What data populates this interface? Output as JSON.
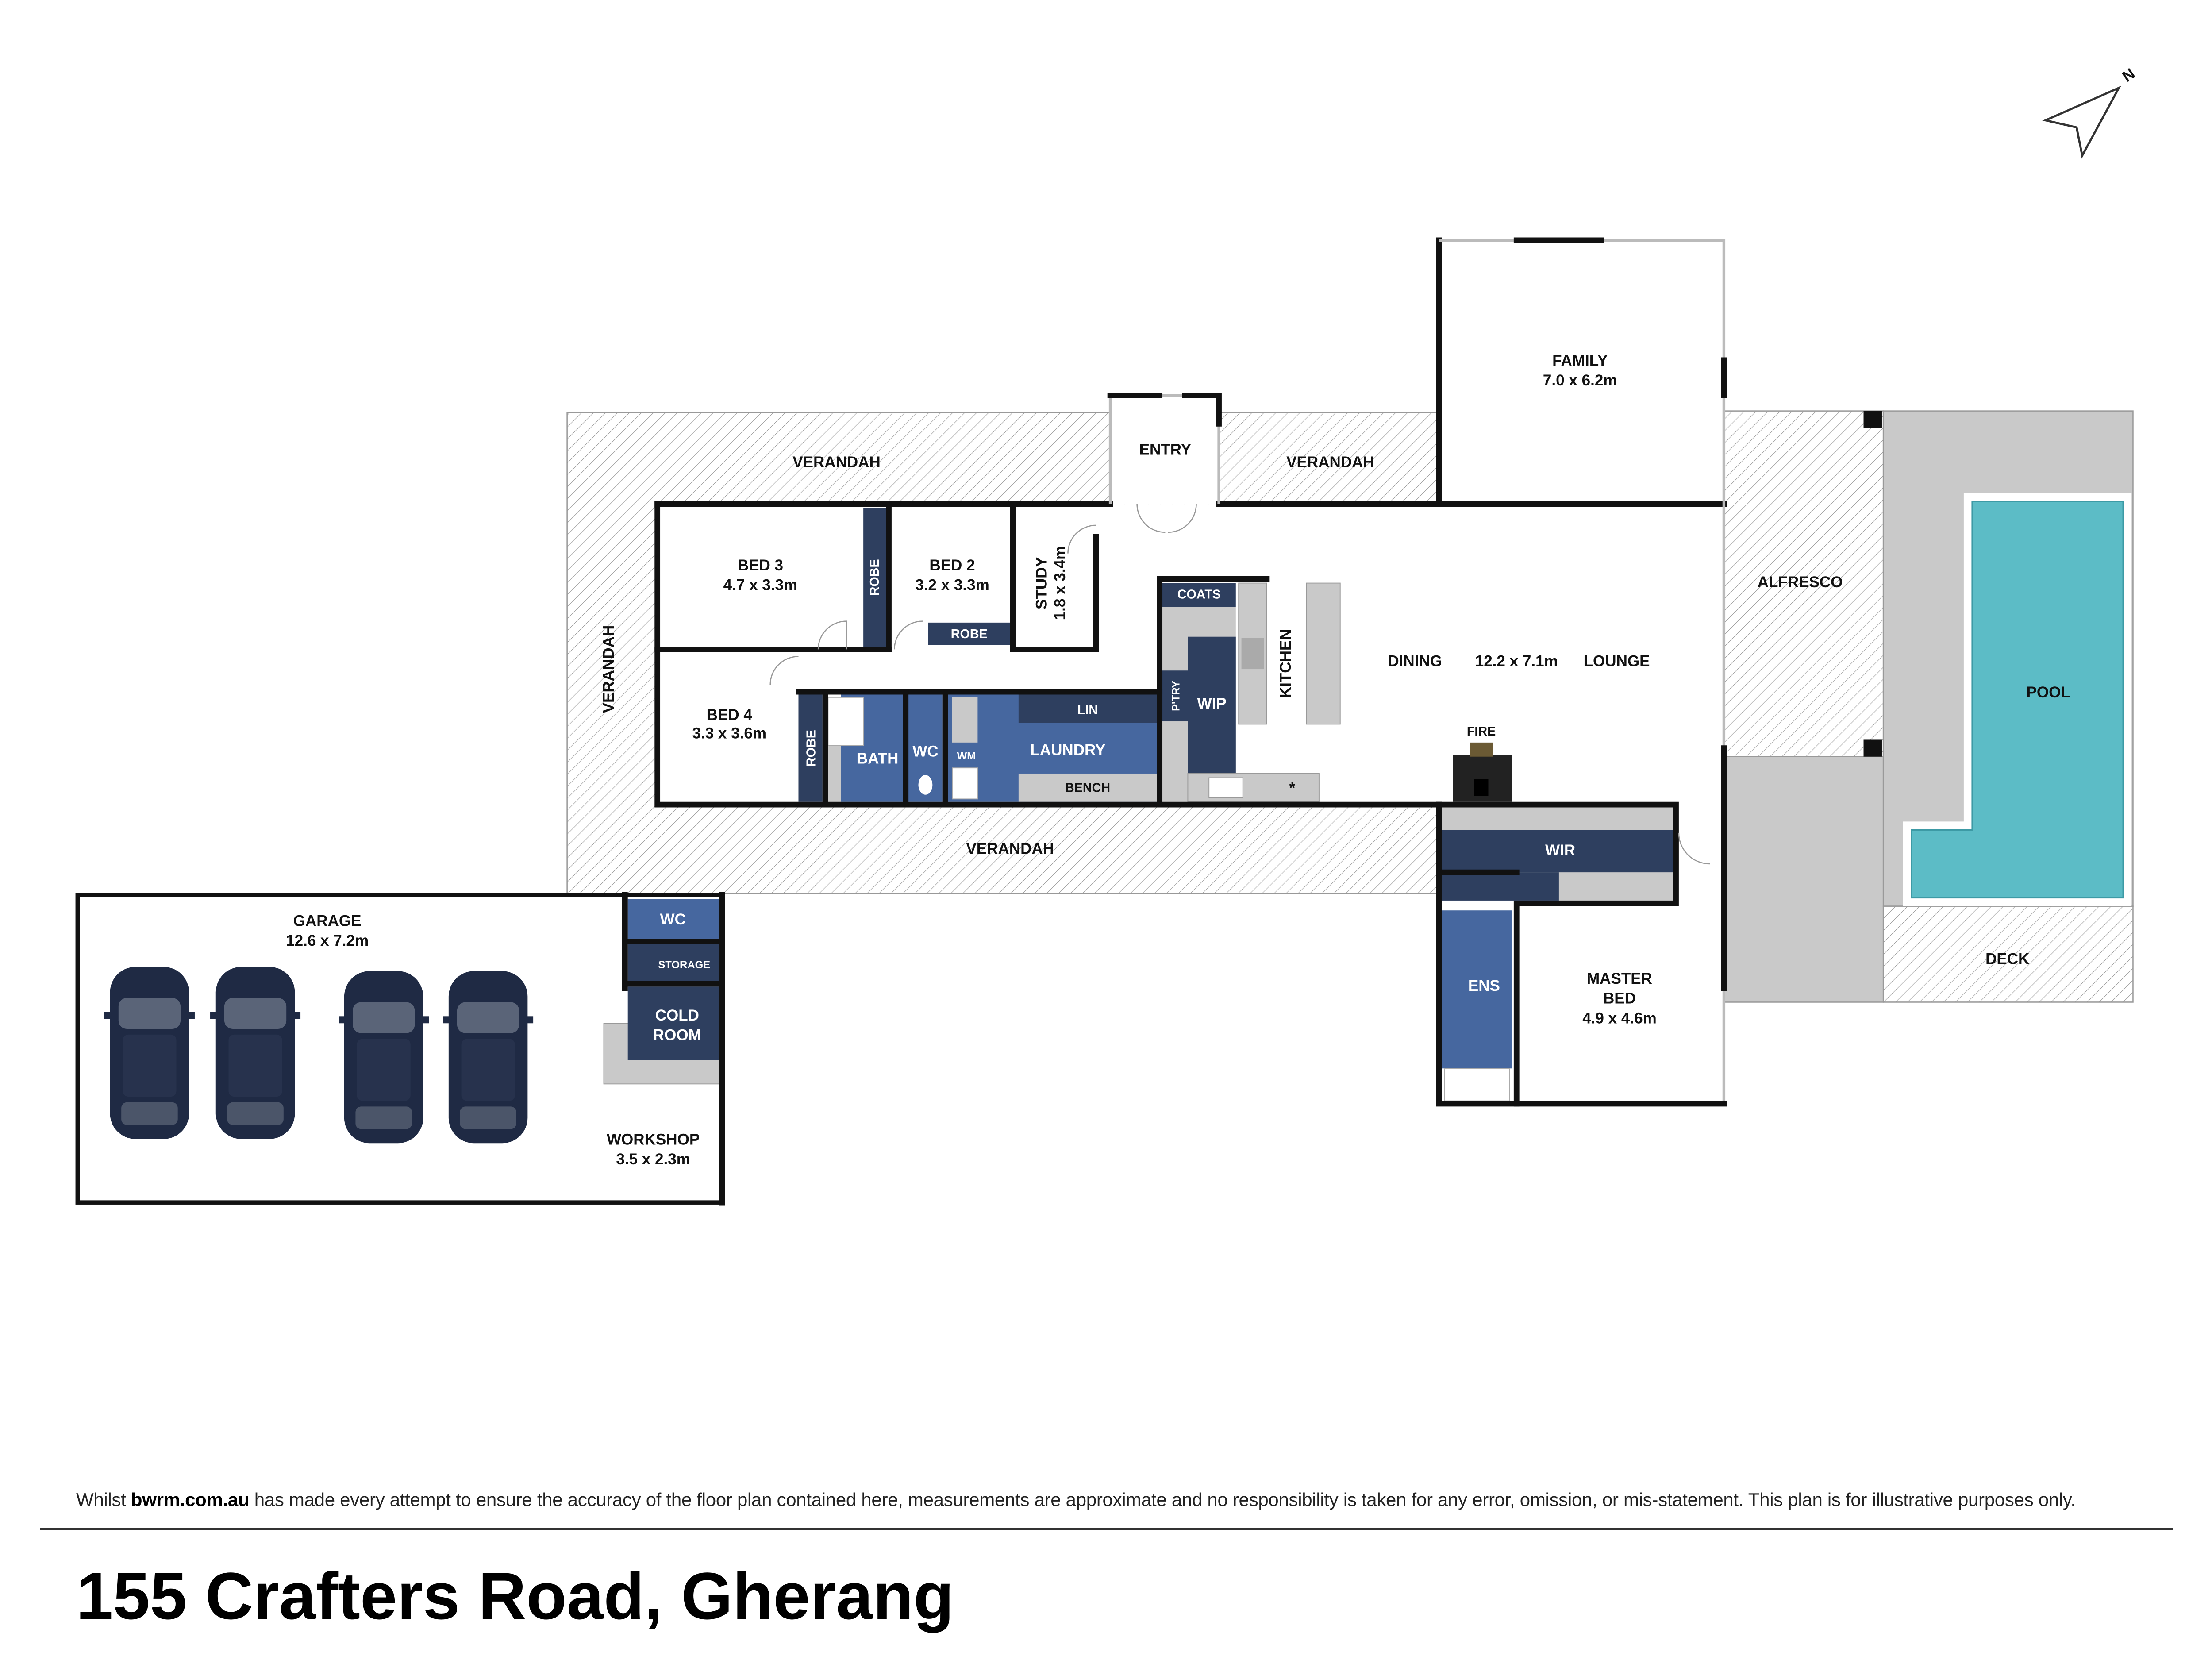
{
  "title": "155 Crafters Road, Gherang",
  "disclaimer": {
    "prefix": "Whilst",
    "brand": "bwrm.com.au",
    "suffix": "has made every attempt to ensure the accuracy of the floor plan contained here, measurements are approximate and no responsibility is taken for any error, omission, or mis-statement. This plan is for illustrative purposes only."
  },
  "compass": {
    "label": "N"
  },
  "colors": {
    "navy": "#2e3f5f",
    "blue": "#46679f",
    "grey": "#c9c9c9",
    "pool": "#5cbcc6",
    "wall": "#111111"
  },
  "rooms": {
    "family": {
      "name": "FAMILY",
      "dims": "7.0 x 6.2m"
    },
    "entry": {
      "name": "ENTRY"
    },
    "verandah_nw": {
      "name": "VERANDAH"
    },
    "verandah_ne": {
      "name": "VERANDAH"
    },
    "verandah_w": {
      "name": "VERANDAH"
    },
    "verandah_s": {
      "name": "VERANDAH"
    },
    "bed3": {
      "name": "BED 3",
      "dims": "4.7 x 3.3m"
    },
    "bed2": {
      "name": "BED 2",
      "dims": "3.2 x 3.3m"
    },
    "study": {
      "name": "STUDY",
      "dims": "1.8 x 3.4m"
    },
    "bed4": {
      "name": "BED 4",
      "dims": "3.3 x 3.6m"
    },
    "robe1": {
      "name": "ROBE"
    },
    "robe2": {
      "name": "ROBE"
    },
    "robe3": {
      "name": "ROBE"
    },
    "bath": {
      "name": "BATH"
    },
    "wc": {
      "name": "WC"
    },
    "wm": {
      "name": "WM"
    },
    "laundry": {
      "name": "LAUNDRY"
    },
    "lin": {
      "name": "LIN"
    },
    "bench": {
      "name": "BENCH"
    },
    "coats": {
      "name": "COATS"
    },
    "pantry": {
      "name": "P'TRY"
    },
    "wip": {
      "name": "WIP"
    },
    "kitchen": {
      "name": "KITCHEN"
    },
    "dining": {
      "name": "DINING"
    },
    "living_dims": {
      "dims": "12.2 x 7.1m"
    },
    "lounge": {
      "name": "LOUNGE"
    },
    "fire": {
      "name": "FIRE"
    },
    "alfresco": {
      "name": "ALFRESCO"
    },
    "pool": {
      "name": "POOL"
    },
    "deck": {
      "name": "DECK"
    },
    "wir": {
      "name": "WIR"
    },
    "ens": {
      "name": "ENS"
    },
    "master": {
      "name": "MASTER",
      "name2": "BED",
      "dims": "4.9 x 4.6m"
    },
    "garage": {
      "name": "GARAGE",
      "dims": "12.6 x 7.2m"
    },
    "garage_wc": {
      "name": "WC"
    },
    "storage": {
      "name": "STORAGE"
    },
    "cold_room": {
      "name": "COLD",
      "name2": "ROOM"
    },
    "workshop": {
      "name": "WORKSHOP",
      "dims": "3.5 x 2.3m"
    }
  }
}
